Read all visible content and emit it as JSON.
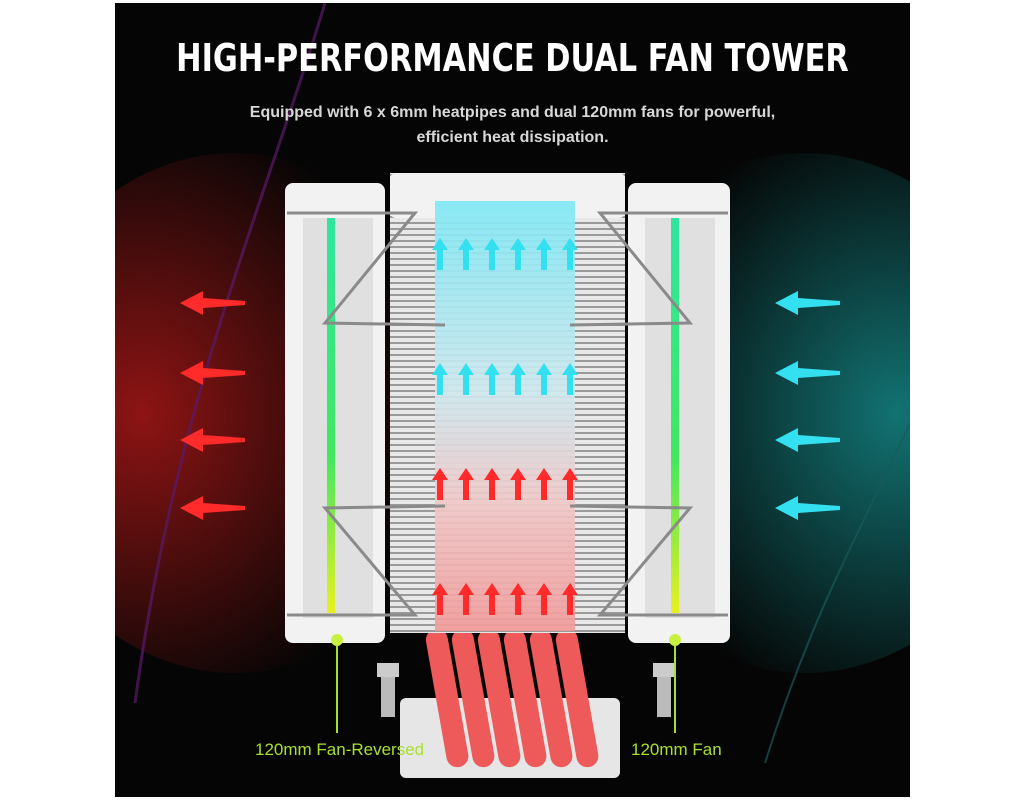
{
  "title": "HIGH-PERFORMANCE DUAL FAN TOWER",
  "subtitle": "Equipped with 6 x 6mm heatpipes and dual 120mm fans for powerful, efficient heat dissipation.",
  "labels": {
    "left_fan": "120mm Fan-Reversed",
    "right_fan": "120mm Fan"
  },
  "colors": {
    "hot_arrow": "#ff2a2a",
    "cool_arrow": "#33e0f0",
    "label": "#a8e030",
    "heatpipe": "#ee5a5a"
  }
}
